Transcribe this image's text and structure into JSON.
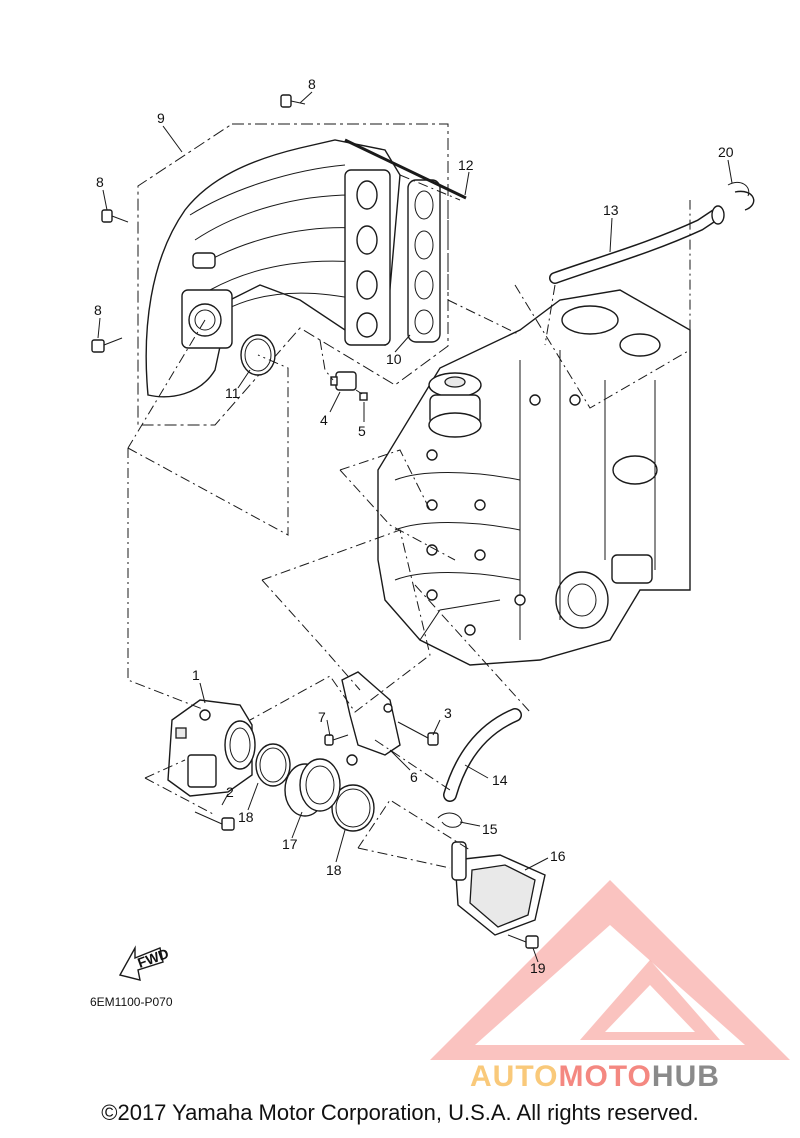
{
  "diagram": {
    "code": "6EM1100-P070",
    "fwd_label": "FWD",
    "copyright": "©2017 Yamaha Motor Corporation, U.S.A. All rights reserved.",
    "watermark": {
      "auto": "AUTO",
      "moto": "MOTO",
      "hub": "HUB"
    },
    "colors": {
      "watermark_red": "#ee3a2e",
      "watermark_orange": "#f6a623",
      "watermark_grey": "#6d6d6d",
      "line": "#1a1a1a"
    },
    "callouts": [
      {
        "id": "c1",
        "label": "1"
      },
      {
        "id": "c2",
        "label": "2"
      },
      {
        "id": "c3",
        "label": "3"
      },
      {
        "id": "c4",
        "label": "4"
      },
      {
        "id": "c5",
        "label": "5"
      },
      {
        "id": "c6",
        "label": "6"
      },
      {
        "id": "c7",
        "label": "7"
      },
      {
        "id": "c8a",
        "label": "8"
      },
      {
        "id": "c8b",
        "label": "8"
      },
      {
        "id": "c8c",
        "label": "8"
      },
      {
        "id": "c9",
        "label": "9"
      },
      {
        "id": "c10",
        "label": "10"
      },
      {
        "id": "c11",
        "label": "11"
      },
      {
        "id": "c12",
        "label": "12"
      },
      {
        "id": "c13",
        "label": "13"
      },
      {
        "id": "c14",
        "label": "14"
      },
      {
        "id": "c15",
        "label": "15"
      },
      {
        "id": "c16",
        "label": "16"
      },
      {
        "id": "c17",
        "label": "17"
      },
      {
        "id": "c18a",
        "label": "18"
      },
      {
        "id": "c18b",
        "label": "18"
      },
      {
        "id": "c19",
        "label": "19"
      },
      {
        "id": "c20",
        "label": "20"
      }
    ]
  }
}
